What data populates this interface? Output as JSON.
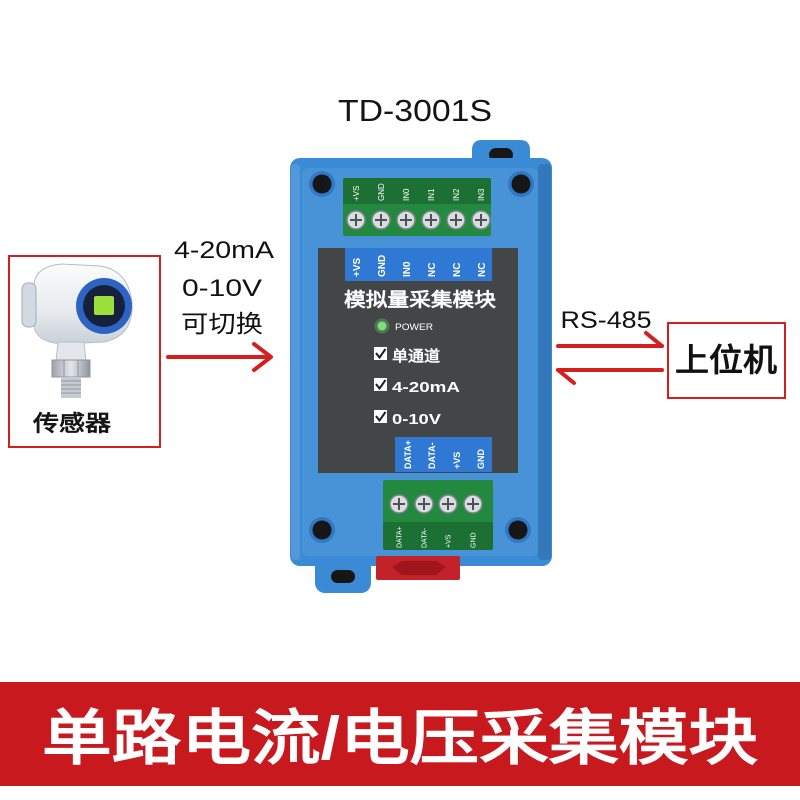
{
  "title": "TD-3001S",
  "sensor": {
    "label": "传感器"
  },
  "input": {
    "lines": [
      "4-20mA",
      "0-10V",
      "可切换"
    ]
  },
  "output": {
    "protocol": "RS-485"
  },
  "host": {
    "label": "上位机"
  },
  "module": {
    "top_terminal": {
      "labels": [
        "+VS",
        "GND",
        "IN0",
        "IN1",
        "IN2",
        "IN3"
      ]
    },
    "panel": {
      "top_strip": [
        "+VS",
        "GND",
        "IN0",
        "NC",
        "NC",
        "NC"
      ],
      "name": "模拟量采集模块",
      "power_label": "POWER",
      "features": [
        "单通道",
        "4-20mA",
        "0-10V"
      ],
      "bottom_strip": [
        "DATA+",
        "DATA-",
        "+VS",
        "GND"
      ]
    },
    "bottom_terminal": {
      "labels": [
        "DATA+",
        "DATA-",
        "+VS",
        "GND"
      ]
    }
  },
  "banner": {
    "text": "单路电流/电压采集模块"
  },
  "colors": {
    "accent_red": "#d51f1f",
    "banner_red": "#c8191e",
    "module_blue": "#3b8ad6",
    "terminal_green": "#22893e",
    "panel_gray": "#434547",
    "label_blue": "#2f78d3"
  }
}
